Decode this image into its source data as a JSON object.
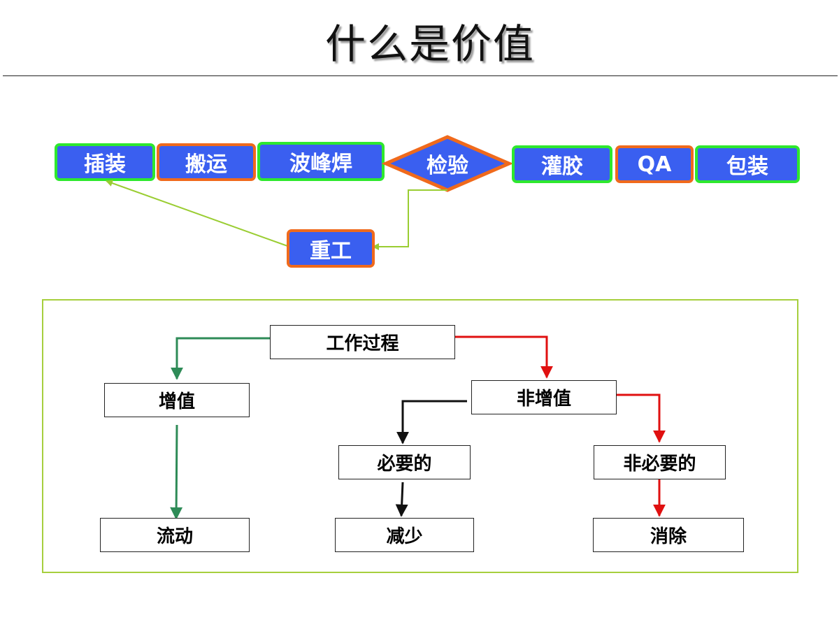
{
  "title": "什么是价值",
  "process_flow": {
    "steps": [
      "插装",
      "搬运",
      "波峰焊",
      "检验",
      "灌胶",
      "QA",
      "包装"
    ],
    "rework": "重工"
  },
  "value_tree": {
    "root": "工作过程",
    "value_added": "增值",
    "non_value_added": "非增值",
    "necessary": "必要的",
    "unnecessary": "非必要的",
    "flow": "流动",
    "reduce": "减少",
    "eliminate": "消除"
  },
  "colors": {
    "step_fill": "#3a5ff0",
    "green_border": "#2ee82e",
    "orange_border": "#f06a1c",
    "rework_line": "#9acd32",
    "green_arrow": "#2e8b57",
    "red_arrow": "#e01010",
    "black_arrow": "#111111"
  }
}
